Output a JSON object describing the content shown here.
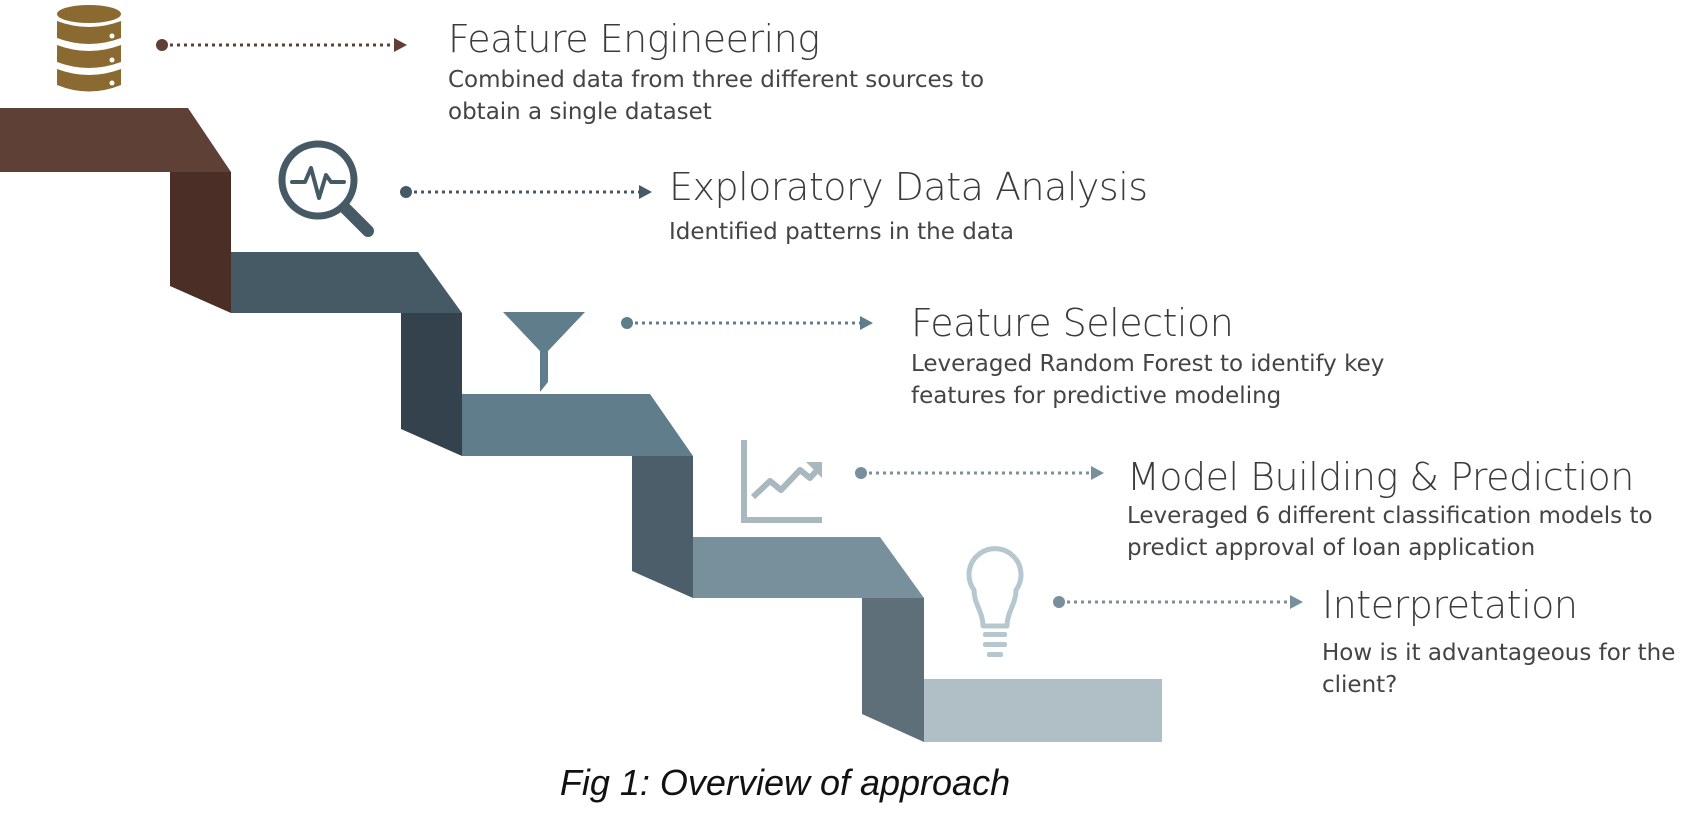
{
  "steps": [
    {
      "title": "Feature Engineering",
      "lines": [
        "Combined data from three different sources to",
        "obtain a single dataset"
      ],
      "icon": "database-icon",
      "color": "#5e4037",
      "side_color": "#4b2f27"
    },
    {
      "title": "Exploratory Data Analysis",
      "lines": [
        "Identified patterns in the data"
      ],
      "icon": "magnifier-pulse-icon",
      "color": "#465a66",
      "side_color": "#33424c"
    },
    {
      "title": "Feature Selection",
      "lines": [
        "Leveraged Random Forest to identify key",
        "features for predictive modeling"
      ],
      "icon": "funnel-icon",
      "color": "#607d8b",
      "side_color": "#4b5e69"
    },
    {
      "title": "Model Building & Prediction",
      "lines": [
        "Leveraged 6 different classification models to",
        "predict approval of loan application"
      ],
      "icon": "chart-trend-icon",
      "color": "#78909c",
      "side_color": "#5e6f79"
    },
    {
      "title": "Interpretation",
      "lines": [
        "How is it advantageous for the",
        "client?"
      ],
      "icon": "lightbulb-icon",
      "color": "#b0bec5",
      "side_color": "#5e6f79"
    }
  ],
  "caption": "Fig 1: Overview of approach"
}
